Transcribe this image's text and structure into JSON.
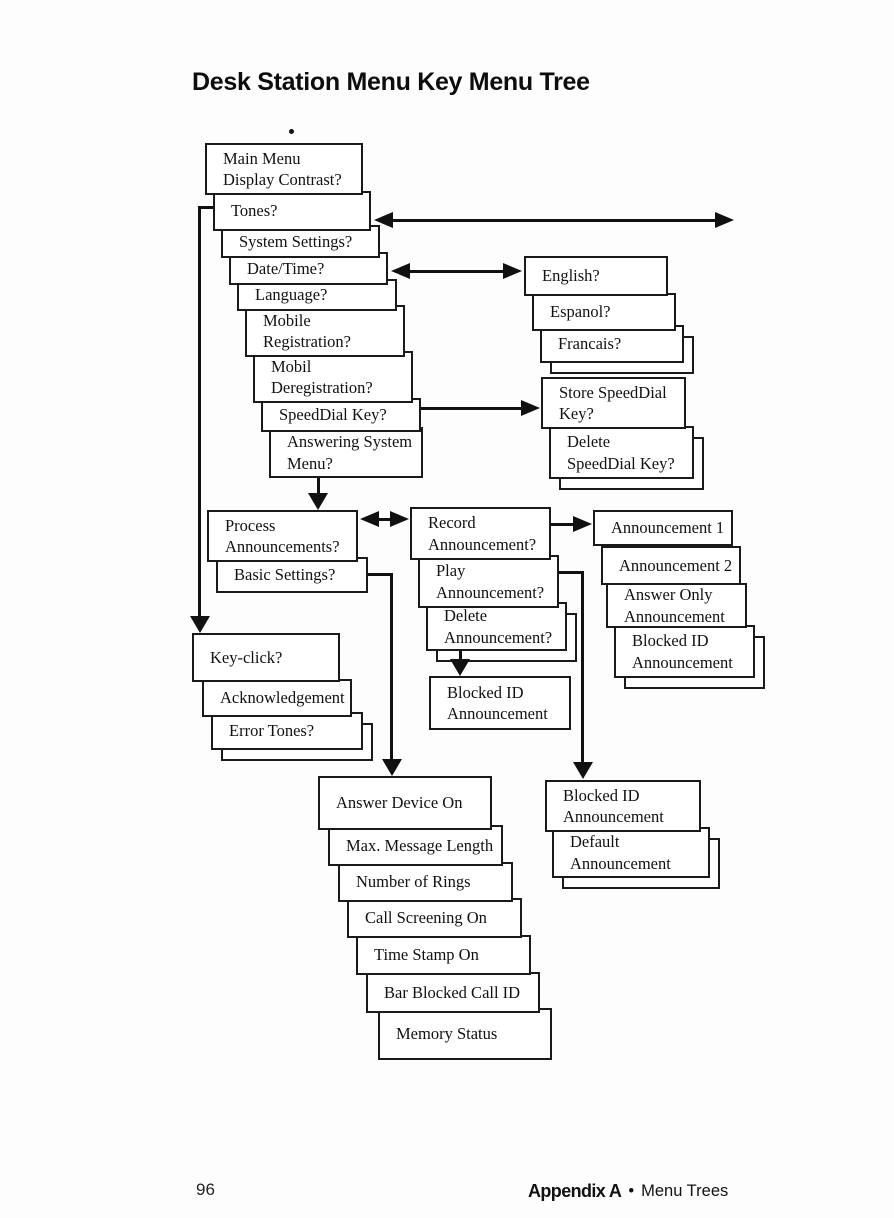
{
  "page": {
    "title": "Desk Station Menu Key Menu Tree",
    "footer": {
      "page_number": "96",
      "appendix_label": "Appendix A",
      "separator": "•",
      "section_label": "Menu Trees"
    }
  },
  "nodes": {
    "main_menu": {
      "label": "Main Menu\nDisplay Contrast?"
    },
    "tones": {
      "label": "Tones?"
    },
    "system_settings": {
      "label": "System Settings?"
    },
    "date_time": {
      "label": "Date/Time?"
    },
    "language": {
      "label": "Language?"
    },
    "mobile_registration": {
      "label": "Mobile\nRegistration?"
    },
    "mobil_deregistration": {
      "label": "Mobil\nDeregistration?"
    },
    "speeddial_key": {
      "label": "SpeedDial Key?"
    },
    "answering_system_menu": {
      "label": "Answering System\nMenu?"
    },
    "english": {
      "label": "English?"
    },
    "espanol": {
      "label": "Espanol?"
    },
    "francais": {
      "label": "Francais?"
    },
    "store_speeddial_key": {
      "label": "Store SpeedDial\nKey?"
    },
    "delete_speeddial_key": {
      "label": "Delete\nSpeedDial Key?"
    },
    "process_announcements": {
      "label": "Process\nAnnouncements?"
    },
    "basic_settings": {
      "label": "Basic Settings?"
    },
    "record_announcement": {
      "label": "Record\nAnnouncement?"
    },
    "play_announcement": {
      "label": "Play\nAnnouncement?"
    },
    "delete_announcement": {
      "label": "Delete\nAnnouncement?"
    },
    "announcement_1": {
      "label": "Announcement 1"
    },
    "announcement_2": {
      "label": "Announcement 2"
    },
    "answer_only_announcement": {
      "label": "Answer Only\nAnnouncement"
    },
    "blocked_id_announcement_right": {
      "label": "Blocked ID\nAnnouncement"
    },
    "key_click": {
      "label": "Key-click?"
    },
    "acknowledgement": {
      "label": "Acknowledgement"
    },
    "error_tones": {
      "label": "Error Tones?"
    },
    "blocked_id_announcement_mid": {
      "label": "Blocked ID\nAnnouncement"
    },
    "answer_device_on": {
      "label": "Answer Device On"
    },
    "max_message_length": {
      "label": "Max. Message Length"
    },
    "number_of_rings": {
      "label": "Number of Rings"
    },
    "call_screening_on": {
      "label": "Call Screening On"
    },
    "time_stamp_on": {
      "label": "Time Stamp On"
    },
    "bar_blocked_call_id": {
      "label": "Bar Blocked Call ID"
    },
    "memory_status": {
      "label": "Memory Status"
    },
    "blocked_id_announcement_bottom": {
      "label": "Blocked ID\nAnnouncement"
    },
    "default_announcement": {
      "label": "Default\nAnnouncement"
    }
  },
  "connectors": [
    {
      "from": "tones",
      "to": "right-page-margin",
      "style": "double-arrow"
    },
    {
      "from": "language",
      "to": "english",
      "style": "double-arrow"
    },
    {
      "from": "speeddial_key",
      "to": "store_speeddial_key",
      "style": "arrow-right"
    },
    {
      "from": "answering_system_menu",
      "to": "process_announcements",
      "style": "arrow-down"
    },
    {
      "from": "process_announcements",
      "to": "record_announcement",
      "style": "double-arrow"
    },
    {
      "from": "record_announcement",
      "to": "announcement_1",
      "style": "arrow-right"
    },
    {
      "from": "tones",
      "to": "key_click",
      "style": "arrow-down-left-rail"
    },
    {
      "from": "delete_announcement",
      "to": "blocked_id_announcement_mid",
      "style": "arrow-down"
    },
    {
      "from": "basic_settings",
      "to": "answer_device_on",
      "style": "arrow-down-elbow"
    },
    {
      "from": "play_announcement",
      "to": "blocked_id_announcement_bottom",
      "style": "arrow-down-elbow"
    }
  ]
}
